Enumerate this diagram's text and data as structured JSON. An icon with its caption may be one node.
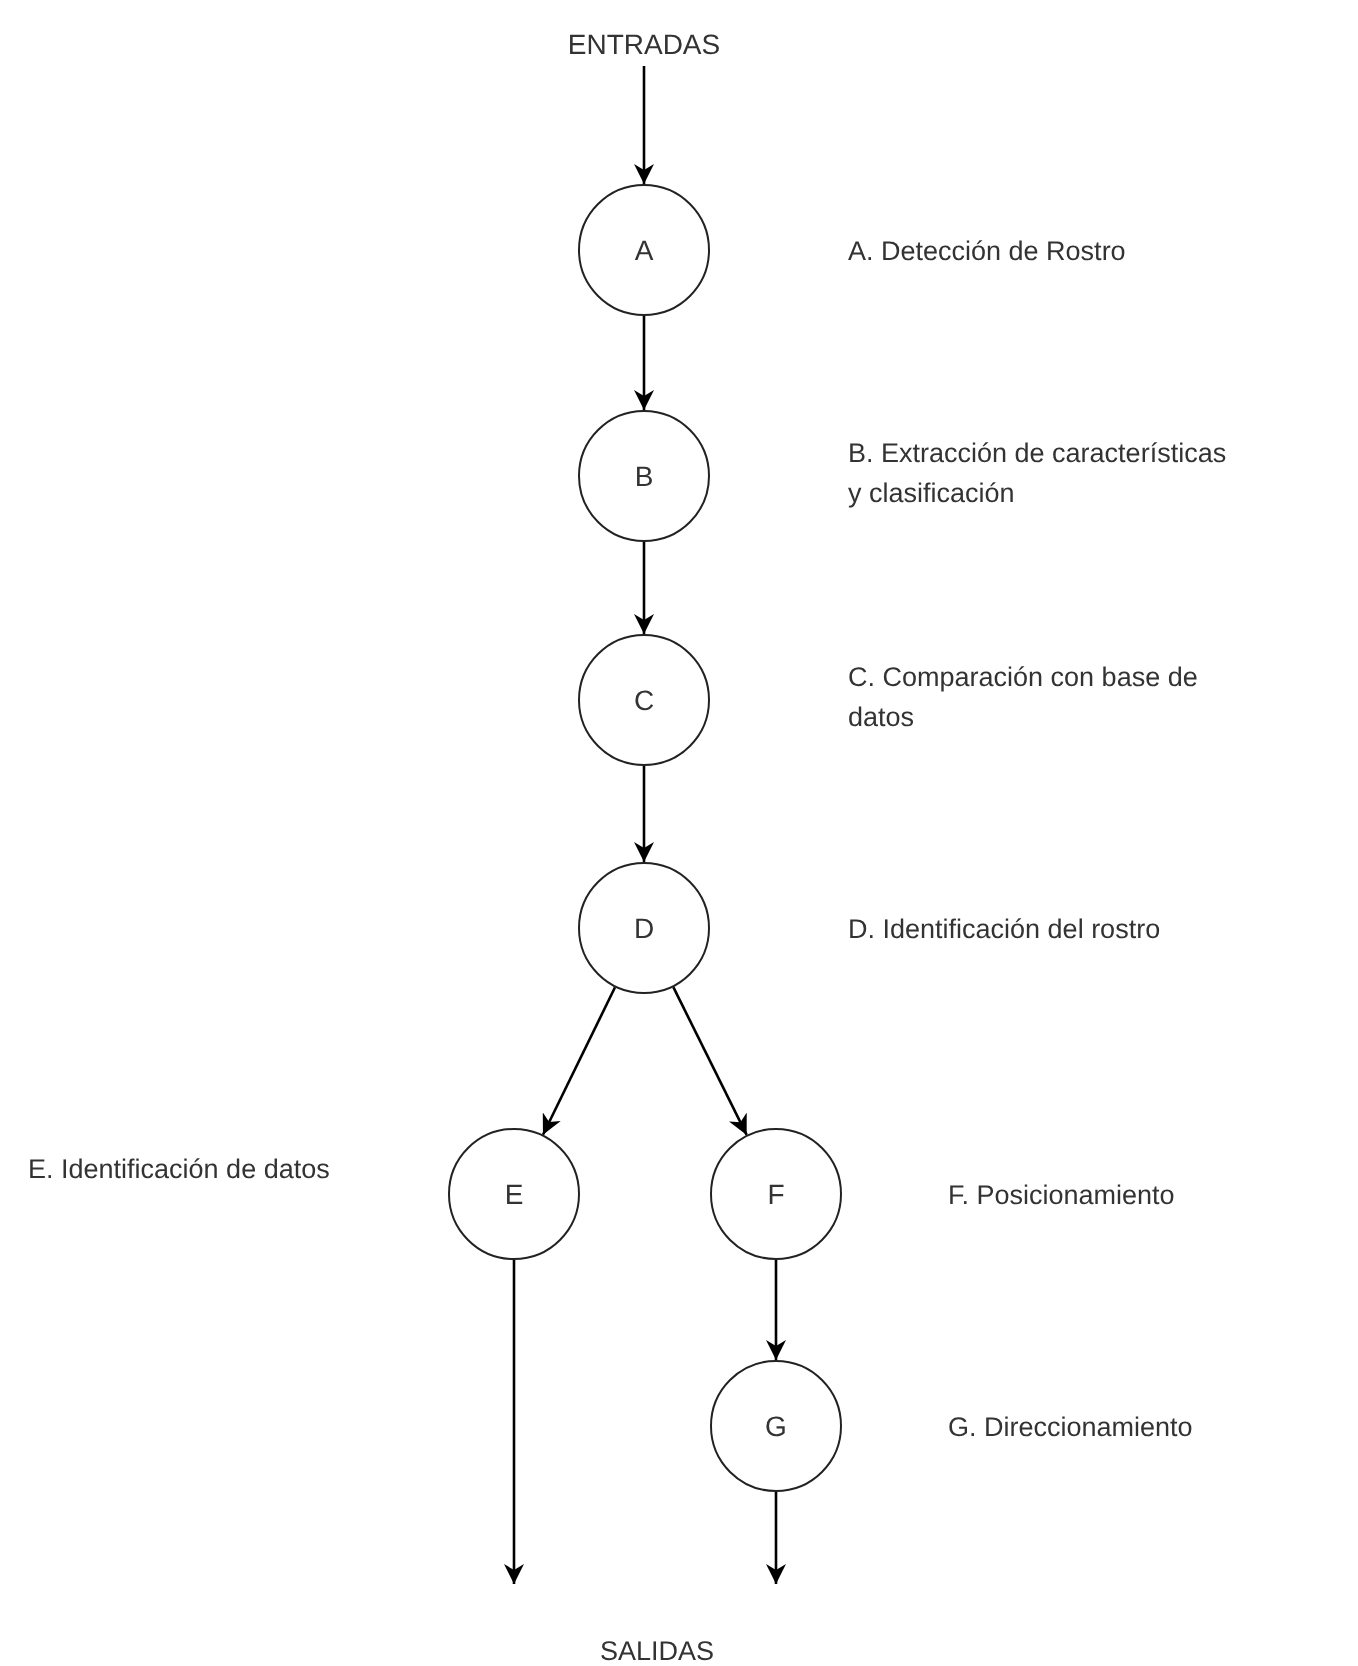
{
  "diagram": {
    "nodes": [
      {
        "text": [
          "ENTRADAS"
        ]
      },
      {
        "text": [
          "A"
        ]
      },
      {
        "text": [
          "B"
        ]
      },
      {
        "text": [
          "C"
        ]
      },
      {
        "text": [
          "D"
        ]
      },
      {
        "text": [
          "E"
        ]
      },
      {
        "text": [
          "F"
        ]
      },
      {
        "text": [
          "G"
        ]
      }
    ],
    "edges": [
      {
        "from": 0,
        "to": 1,
        "arrow": "to"
      },
      {
        "from": 1,
        "to": 2,
        "arrow": "to"
      },
      {
        "from": 2,
        "to": 3,
        "arrow": "to"
      },
      {
        "from": 3,
        "to": 4,
        "arrow": "to"
      },
      {
        "from": 4,
        "to": 5,
        "arrow": "to"
      },
      {
        "from": 4,
        "to": 6,
        "arrow": "to"
      },
      {
        "from": 6,
        "to": 7,
        "arrow": "to"
      },
      {
        "from": 5,
        "to": null,
        "arrow": "to"
      },
      {
        "from": 7,
        "to": null,
        "arrow": "to"
      }
    ],
    "labels": [
      "A. Detección de Rostro",
      "B. Extracción de características y clasificación",
      "C. Comparación con base de datos",
      "D. Identificación del rostro",
      "E. Identificación de datos",
      "F. Posicionamiento",
      "G. Direccionamiento",
      "SALIDAS"
    ]
  }
}
